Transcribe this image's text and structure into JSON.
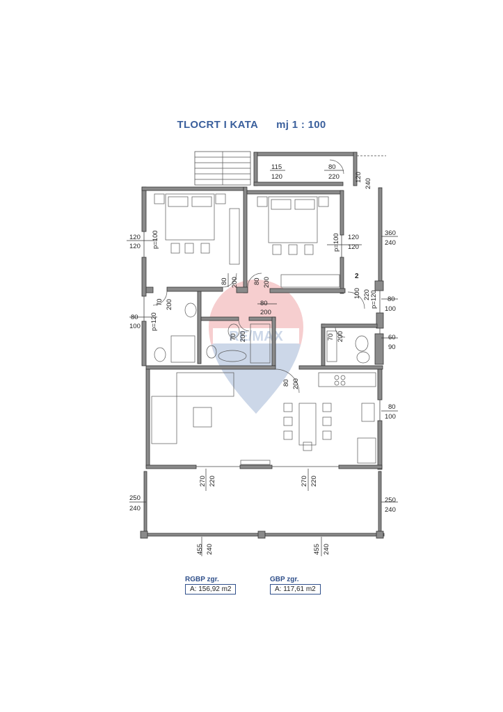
{
  "title": {
    "main": "TLOCRT I KATA",
    "scale": "mj 1 : 100"
  },
  "dims": {
    "d1": "115",
    "d2": "120",
    "d3": "80",
    "d4": "220",
    "d5": "120",
    "d6": "240",
    "d7": "360",
    "d8": "240",
    "d9": "120",
    "d10": "120",
    "d11": "p=100",
    "d12": "p=100",
    "d13": "120",
    "d14": "120",
    "d15": "80",
    "d16": "200",
    "d17": "80",
    "d18": "200",
    "d19": "2",
    "d20": "100",
    "d21": "220",
    "d22": "p=120",
    "d23": "80",
    "d24": "100",
    "d25": "70",
    "d26": "200",
    "d27": "80",
    "d28": "200",
    "d29": "80",
    "d30": "100",
    "d31": "p=120",
    "d32": "70",
    "d33": "200",
    "d34": "70",
    "d35": "200",
    "d36": "60",
    "d37": "90",
    "d38": "80",
    "d39": "200",
    "d40": "80",
    "d41": "100",
    "d42": "270",
    "d43": "220",
    "d44": "270",
    "d45": "220",
    "d46": "250",
    "d47": "240",
    "d48": "250",
    "d49": "240",
    "d50": "455",
    "d51": "240",
    "d52": "455",
    "d53": "240"
  },
  "areas": {
    "rgbp_label": "RGBP zgr.",
    "rgbp_value": "A: 156,92 m2",
    "gbp_label": "GBP zgr.",
    "gbp_value": "A: 117,61 m2"
  },
  "watermark": "RE/MAX",
  "colors": {
    "wall": "#8a8a8a",
    "wall_stroke": "#333333",
    "title": "#3a5f9c",
    "watermark_red": "#d9262b",
    "watermark_blue": "#1d4f9b"
  }
}
